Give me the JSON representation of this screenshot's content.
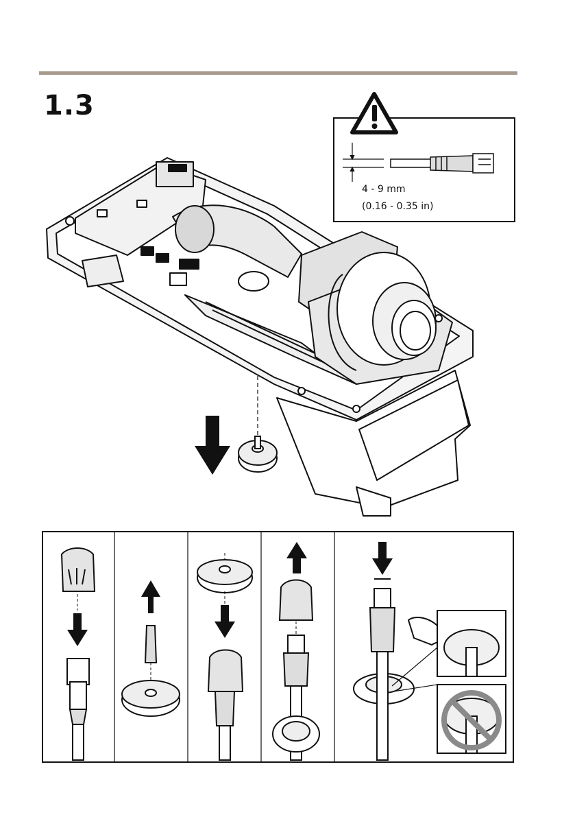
{
  "page": {
    "step_number": "1.3"
  },
  "warning": {
    "icon": "warning-triangle-icon",
    "cable_diameter_mm": "4 - 9 mm",
    "cable_diameter_in": "(0.16 - 0.35 in)"
  },
  "colors": {
    "rule": "#a89a8c",
    "ink": "#111111",
    "light_fill": "#e8e8e8",
    "mid_fill": "#c8c8c8",
    "prohibited": "#8a8a8a"
  },
  "steps": [
    {
      "icon": "cable-boot-down-icon"
    },
    {
      "icon": "remove-plug-up-icon"
    },
    {
      "icon": "gasket-boot-down-icon"
    },
    {
      "icon": "boot-up-cable-icon"
    },
    {
      "icon": "insert-cable-gasket-icon"
    }
  ]
}
